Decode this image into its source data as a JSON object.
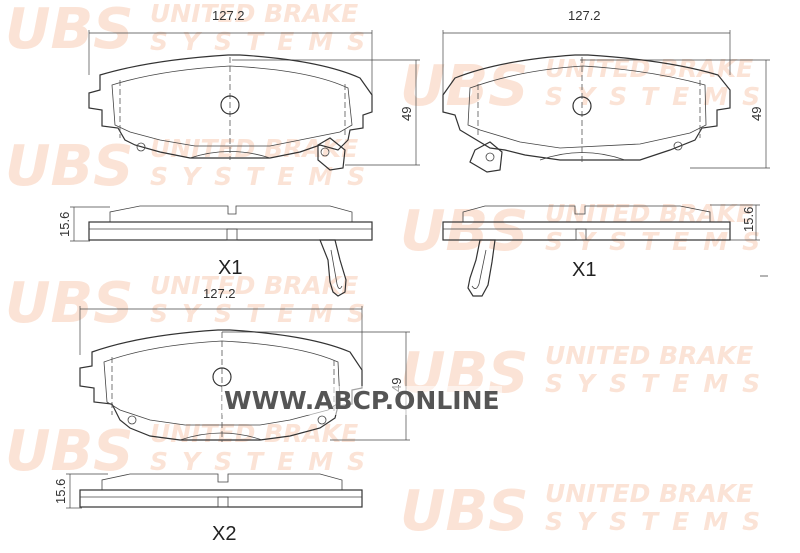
{
  "watermarks": {
    "logo": "UBS",
    "line1": "UNITED BRAKE",
    "line2": "SYSTEMS"
  },
  "views": {
    "top_left": {
      "width_label": "127.2",
      "height_label": "49"
    },
    "top_right": {
      "width_label": "127.2",
      "height_label": "49"
    },
    "side_left": {
      "thickness_label": "15.6",
      "qty_label": "X1"
    },
    "side_right": {
      "thickness_label": "15.6",
      "qty_label": "X1"
    },
    "bottom": {
      "width_label": "127.2",
      "height_label": "49",
      "thickness_label": "15.6",
      "qty_label": "X2"
    }
  },
  "site_mark": "WWW.ABCP.ONLINE",
  "colors": {
    "watermark": "#fbe3d6",
    "line": "#333333"
  }
}
